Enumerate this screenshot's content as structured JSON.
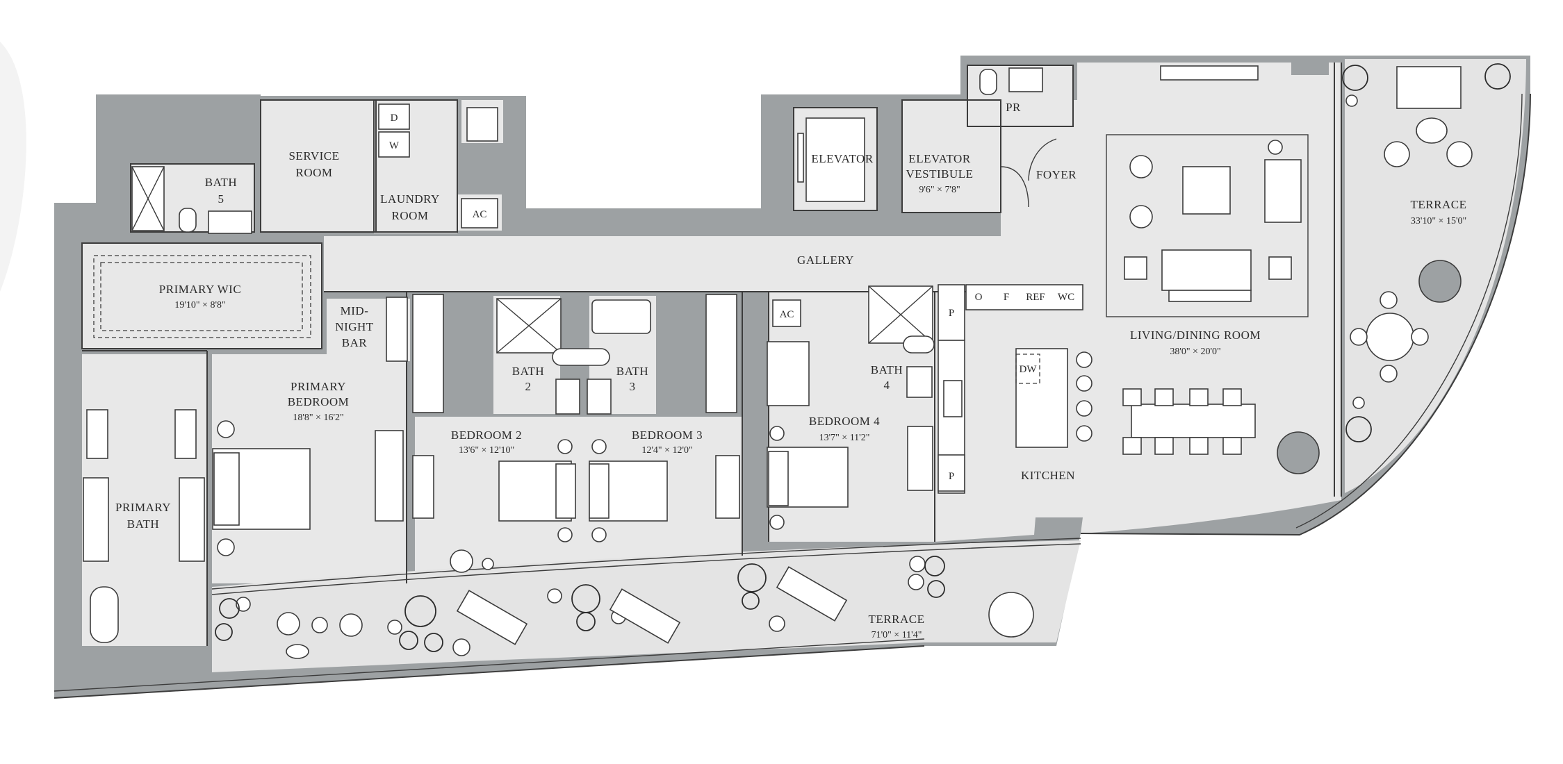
{
  "rooms": {
    "bath5": {
      "name": "BATH",
      "num": "5"
    },
    "service_room": {
      "line1": "SERVICE",
      "line2": "ROOM"
    },
    "laundry_room": {
      "line1": "LAUNDRY",
      "line2": "ROOM"
    },
    "dryer": "D",
    "washer": "W",
    "ac_laundry": "AC",
    "elevator": "ELEVATOR",
    "elevator_vestibule": {
      "line1": "ELEVATOR",
      "line2": "VESTIBULE",
      "dim": "9'6\" × 7'8\""
    },
    "powder_room": "PR",
    "foyer": "FOYER",
    "gallery": "GALLERY",
    "primary_wic": {
      "name": "PRIMARY WIC",
      "dim": "19'10\" × 8'8\""
    },
    "midnight_bar": {
      "line1": "MID-",
      "line2": "NIGHT",
      "line3": "BAR"
    },
    "primary_bedroom": {
      "line1": "PRIMARY",
      "line2": "BEDROOM",
      "dim": "18'8\" × 16'2\""
    },
    "primary_bath": {
      "line1": "PRIMARY",
      "line2": "BATH"
    },
    "bath2": {
      "name": "BATH",
      "num": "2"
    },
    "bath3": {
      "name": "BATH",
      "num": "3"
    },
    "bath4": {
      "name": "BATH",
      "num": "4"
    },
    "ac_hall": "AC",
    "bedroom2": {
      "name": "BEDROOM 2",
      "dim": "13'6\" × 12'10\""
    },
    "bedroom3": {
      "name": "BEDROOM 3",
      "dim": "12'4\" × 12'0\""
    },
    "bedroom4": {
      "name": "BEDROOM 4",
      "dim": "13'7\" × 11'2\""
    },
    "kitchen": "KITCHEN",
    "pantry_top": "P",
    "pantry_bottom": "P",
    "appliances": [
      "O",
      "F",
      "REF",
      "WC"
    ],
    "dishwasher": "DW",
    "living_dining": {
      "name": "LIVING/DINING ROOM",
      "dim": "38'0\" × 20'0\""
    },
    "terrace_east": {
      "name": "TERRACE",
      "dim": "33'10\" × 15'0\""
    },
    "terrace_south": {
      "name": "TERRACE",
      "dim": "71'0\" × 11'4\""
    }
  }
}
